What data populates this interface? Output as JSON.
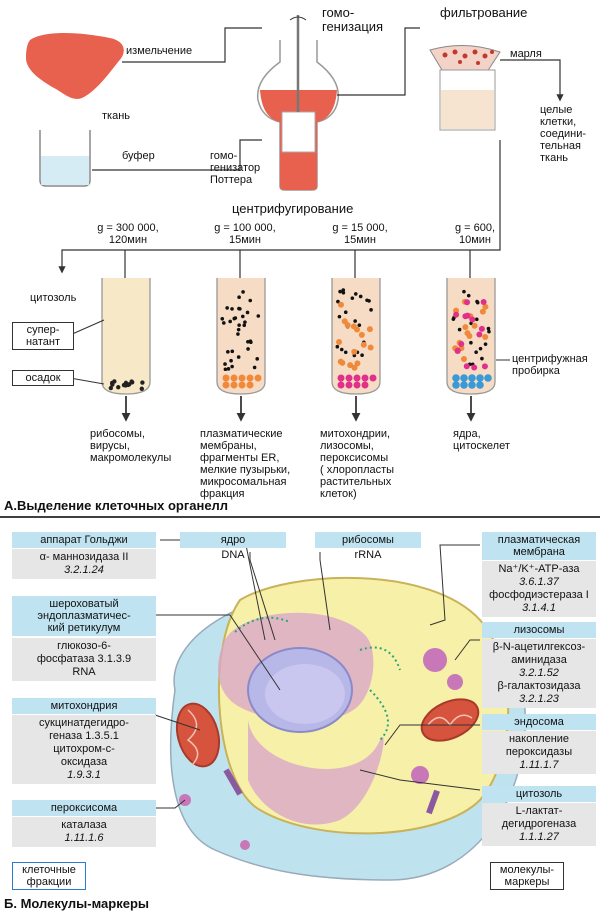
{
  "part_a": {
    "caption": "А.Выделение клеточных органелл",
    "tissue": "ткань",
    "chopping": "измельчение",
    "buffer": "буфер",
    "homogenization": "гомо-\nгенизация",
    "potter": "гомо-\nгенизатор\nПоттера",
    "filtration": "фильтрование",
    "gauze": "марля",
    "whole_cells": "целые\nклетки,\nсоедини-\nтельная\nткань",
    "centrifugation": "центрифугирование",
    "cytosol": "цитозоль",
    "supernatant": "супер-\nнатант",
    "pellet": "осадок",
    "tube_label": "центрифужная\nпробирка",
    "conditions": [
      {
        "g": "g = 300 000,",
        "time": "120мин"
      },
      {
        "g": "g = 100 000,",
        "time": "15мин"
      },
      {
        "g": "g = 15 000,",
        "time": "15мин"
      },
      {
        "g": "g = 600,",
        "time": "10мин"
      }
    ],
    "fractions": [
      "рибосомы,\nвирусы,\nмакромолекулы",
      "плазматические\nмембраны,\nфрагменты ER,\nмелкие пузырьки,\nмикросомальная\nфракция",
      "митохондрии,\nлизосомы,\nпероксисомы\n( хлоропласты\nрастительных\nклеток)",
      "ядра,\nцитоскелет"
    ]
  },
  "part_b": {
    "caption": "Б. Молекулы-маркеры",
    "cell_fractions": "клеточные\nфракции",
    "marker_molecules": "молекулы-\nмаркеры",
    "markers": [
      {
        "name": "аппарат Гольджи",
        "enzymes": "α- маннозидаза II",
        "codes": "3.2.1.24"
      },
      {
        "name": "ядро",
        "enzymes": "DNA",
        "codes": ""
      },
      {
        "name": "рибосомы",
        "enzymes": "rRNA",
        "codes": ""
      },
      {
        "name": "плазматическая\nмембрана",
        "enzymes": "Na⁺/K⁺-АТР-аза",
        "codes": "3.6.1.37",
        "enzymes2": "фосфодиэстераза I",
        "codes2": "3.1.4.1"
      },
      {
        "name": "шероховатый\nэндоплазматичес-\nкий ретикулум",
        "enzymes": "глюкозо-6-\nфосфатаза 3.1.3.9\nRNA",
        "codes": ""
      },
      {
        "name": "лизосомы",
        "enzymes": "β-N-ацетилгексоз-\nаминидаза",
        "codes": "3.2.1.52",
        "enzymes2": "β-галактозидаза",
        "codes2": "3.2.1.23"
      },
      {
        "name": "митохондрия",
        "enzymes": "сукцинатдегидро-\nгеназа 1.3.5.1\nцитохром-с-\nоксидаза",
        "codes": "1.9.3.1"
      },
      {
        "name": "эндосома",
        "enzymes": "накопление\nпероксидазы",
        "codes": "1.11.1.7"
      },
      {
        "name": "пероксисома",
        "enzymes": "каталаза",
        "codes": "1.11.1.6"
      },
      {
        "name": "цитозоль",
        "enzymes": "L-лактат-\nдегидрогеназа",
        "codes": "1.1.1.27"
      }
    ]
  },
  "colors": {
    "tissue": "#e8604e",
    "tube_fill": "#f6dcc4",
    "pink": "#e0308a",
    "blue": "#3a9ad8",
    "header": "#bfe3f0"
  }
}
